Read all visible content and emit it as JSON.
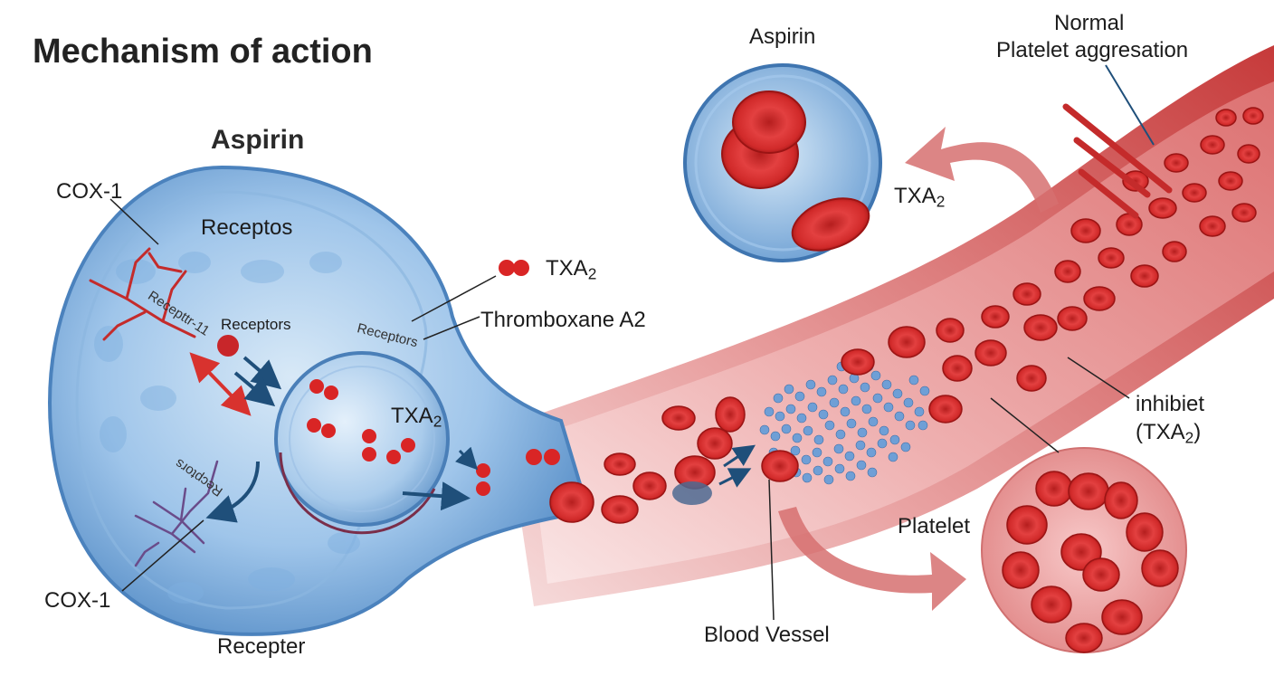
{
  "diagram": {
    "title": "Mechanism of action",
    "labels": {
      "aspirin_main": "Aspirin",
      "aspirin_inset": "Aspirin",
      "cox1_top": "COX-1",
      "cox1_bottom": "COX-1",
      "receptos": "Receptos",
      "receptor_rot_top": "Recepttr-11",
      "receptors_small": "Receptors",
      "receptors_membrane": "Receptors",
      "receptor_rot_bottom": "Recptors",
      "txa2_molecule": "TXA",
      "txa2_molecule_sub": "2",
      "thromboxane": "Thromboxane A2",
      "txa2_inside": "TXA",
      "txa2_inside_sub": "2",
      "txa2_inset": "TXA",
      "txa2_inset_sub": "2",
      "normal_line1": "Normal",
      "normal_line2": "Platelet aggresation",
      "inhibit_line1": "inhibiet",
      "inhibit_line2_prefix": "(TXA",
      "inhibit_line2_sub": "2",
      "inhibit_line2_suffix": ")",
      "platelet": "Platelet",
      "blood_vessel": "Blood Vessel",
      "recepter": "Recepter"
    },
    "colors": {
      "cell_blue": "#6fa6d8",
      "vessel_red": "#c83c3c",
      "rbc_red": "#d42a2a",
      "arrow_blue": "#1f4f7a",
      "arrow_red": "#d8322e",
      "platelet_cluster": "#6f9fd6"
    }
  }
}
